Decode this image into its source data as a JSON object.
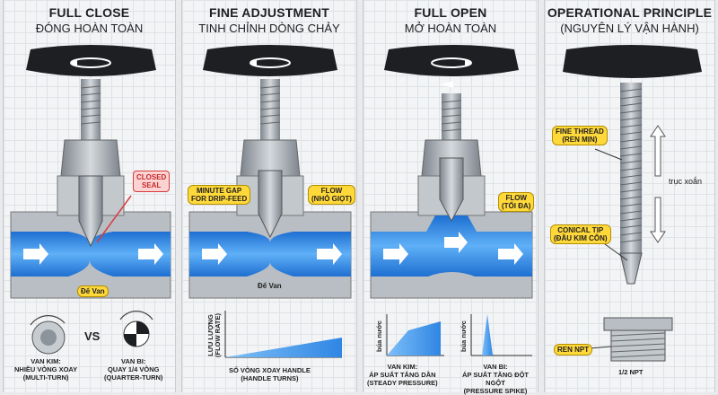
{
  "panels": [
    {
      "title": "FULL CLOSE",
      "subtitle": "ĐÓNG HOÀN TOÀN",
      "closed_seal": "CLOSED\nSEAL",
      "seat_label": "Đế Van",
      "needle_label": "VAN KIM:\nNHIỀU VÒNG XOAY\n(MULTI-TURN)",
      "vs_label": "VS",
      "ball_label": "VAN BI:\nQUAY 1/4 VÒNG\n(QUARTER-TURN)"
    },
    {
      "title": "FINE ADJUSTMENT",
      "subtitle": "TINH CHỈNH DÒNG CHẢY",
      "gap_label": "MINUTE GAP\nFOR DRIP-FEED",
      "flow_label": "FLOW\n(NHỎ GIỌT)",
      "seat_label": "Đế Van",
      "y_label": "LƯU LƯỢNG\n(FLOW RATE)",
      "x_label": "SỐ VÒNG XOAY HANDLE\n(HANDLE TURNS)"
    },
    {
      "title": "FULL OPEN",
      "subtitle": "MỞ HOÀN TOÀN",
      "flow_label": "FLOW\n(TỐI ĐA)",
      "y_label_1": "búa nước",
      "y_label_2": "búa nước",
      "needle_caption": "VAN KIM:\nÁP SUẤT TĂNG DẦN\n(STEADY PRESSURE)",
      "ball_caption": "VAN BI:\nÁP SUẤT TĂNG ĐỘT NGỘT\n(PRESSURE SPIKE)"
    },
    {
      "title": "OPERATIONAL PRINCIPLE",
      "subtitle": "(NGUYÊN LÝ VẬN HÀNH)",
      "thread_label": "FINE THREAD\n(REN MỊN)",
      "axis_label": "trục xoắn",
      "tip_label": "CONICAL TIP\n(ĐẦU KIM CÔN)",
      "npt_label": "REN NPT",
      "npt_size": "1/2 NPT"
    }
  ],
  "colors": {
    "water": "#2f86e4",
    "water_light": "#6fb3f5",
    "steel": "#a9afb6",
    "handle": "#1e1f22",
    "callout": "#ffd83a"
  }
}
